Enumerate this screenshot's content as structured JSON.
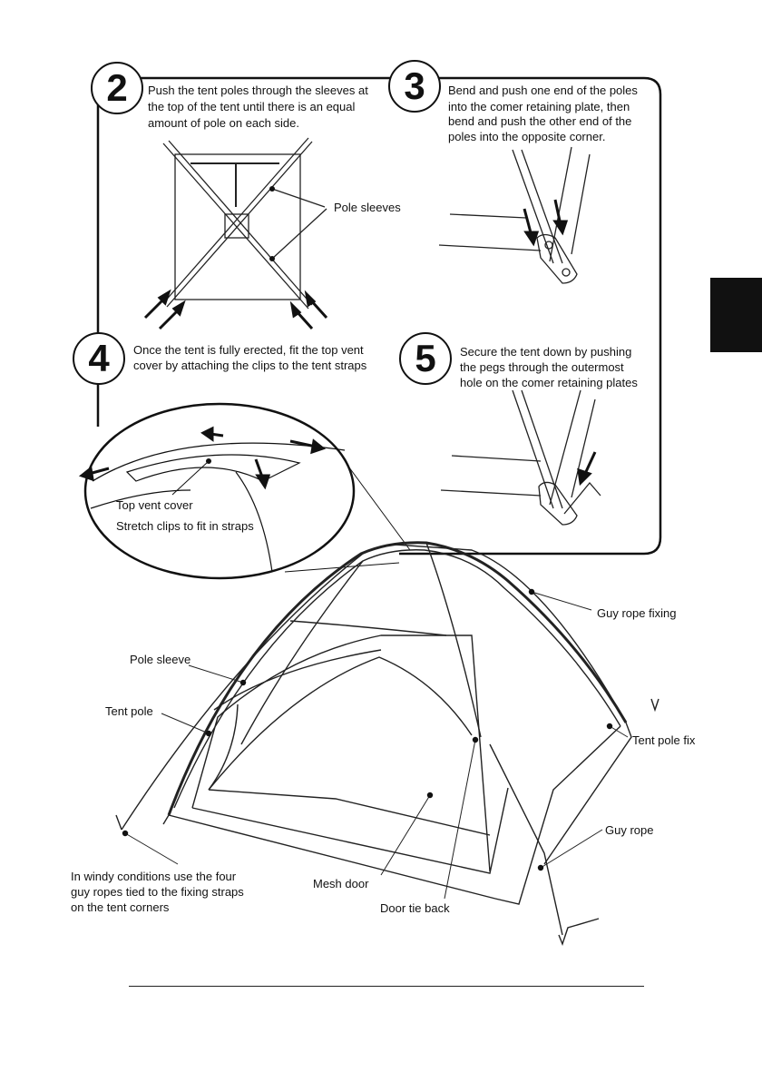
{
  "steps": {
    "step2": {
      "number": "2",
      "text": [
        "Push the tent poles through the sleeves at",
        "the top of the tent until there is an equal",
        "amount of pole on each side."
      ]
    },
    "step3": {
      "number": "3",
      "text": [
        "Bend and push one end of the poles",
        "into the comer retaining plate, then",
        "bend and push the other end of the",
        "poles into the opposite corner."
      ]
    },
    "step4": {
      "number": "4",
      "text": [
        "Once the tent is fully erected, fit the top vent",
        "cover by attaching the clips to the tent straps"
      ]
    },
    "step5": {
      "number": "5",
      "text": [
        "Secure the tent down by pushing",
        "the pegs through the outermost",
        "hole on the comer retaining plates"
      ]
    }
  },
  "labels": {
    "pole_sleeves": "Pole sleeves",
    "top_vent_cover": "Top vent cover",
    "stretch_clips": "Stretch clips to fit in straps",
    "guy_rope_fixing": "Guy rope fixing",
    "pole_sleeve": "Pole sleeve",
    "tent_pole": "Tent pole",
    "tent_pole_fixing": "Tent pole fix",
    "guy_rope": "Guy rope",
    "mesh_door": "Mesh door",
    "door_tie_back": "Door tie back",
    "windy_note": [
      "In windy conditions use the four",
      "guy ropes tied to the fixing straps",
      "on the tent corners"
    ]
  }
}
